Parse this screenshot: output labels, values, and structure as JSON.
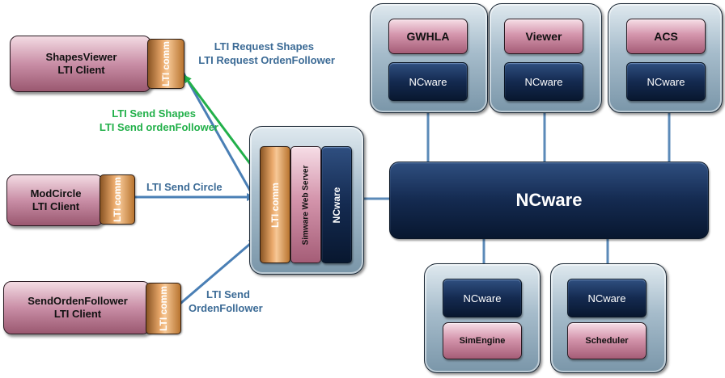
{
  "clients": [
    {
      "name": "ShapesViewer",
      "type": "LTI Client",
      "comm": "LTI comm"
    },
    {
      "name": "ModCircle",
      "type": "LTI Client",
      "comm": "LTI comm"
    },
    {
      "name": "SendOrdenFollower",
      "type": "LTI Client",
      "comm": "LTI comm"
    }
  ],
  "edge_labels": {
    "request_1": "LTI Request Shapes",
    "request_2": "LTI Request OrdenFollower",
    "send_shapes": "LTI Send Shapes",
    "send_orden": "LTI Send ordenFollower",
    "send_circle": "LTI Send Circle",
    "send_of_1": "LTI Send",
    "send_of_2": "OrdenFollower"
  },
  "server": {
    "comm": "LTI comm",
    "web": "Simware Web Server",
    "ncware": "NCware"
  },
  "bus": {
    "label": "NCware"
  },
  "top_nodes": [
    {
      "name": "GWHLA",
      "ncware": "NCware"
    },
    {
      "name": "Viewer",
      "ncware": "NCware"
    },
    {
      "name": "ACS",
      "ncware": "NCware"
    }
  ],
  "bottom_nodes": [
    {
      "name": "SimEngine",
      "ncware": "NCware"
    },
    {
      "name": "Scheduler",
      "ncware": "NCware"
    }
  ],
  "colors": {
    "request_arrow": "#4a7fb5",
    "send_arrow": "#22b04a",
    "bus_line": "#5b8ab8"
  }
}
